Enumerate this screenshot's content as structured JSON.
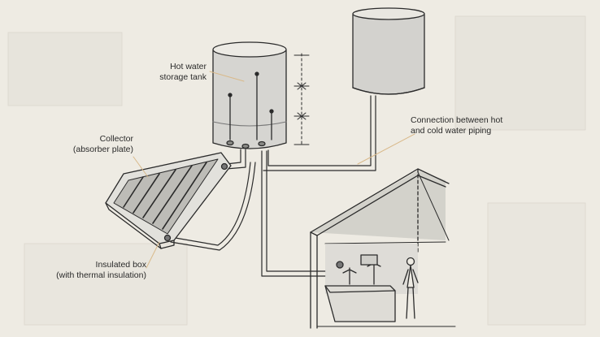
{
  "labels": {
    "tank": [
      "Hot water",
      "storage tank"
    ],
    "connection": [
      "Connection between hot",
      "and cold water piping"
    ],
    "collector": [
      "Collector",
      "(absorber plate)"
    ],
    "insulated": [
      "Insulated box",
      "(with thermal insulation)"
    ]
  },
  "colors": {
    "paper": "#eeebe3",
    "ink": "#2b2b2b",
    "wash": "#c9c9c4",
    "shadow": "#9a9a96",
    "leader": "#d9b98a"
  }
}
